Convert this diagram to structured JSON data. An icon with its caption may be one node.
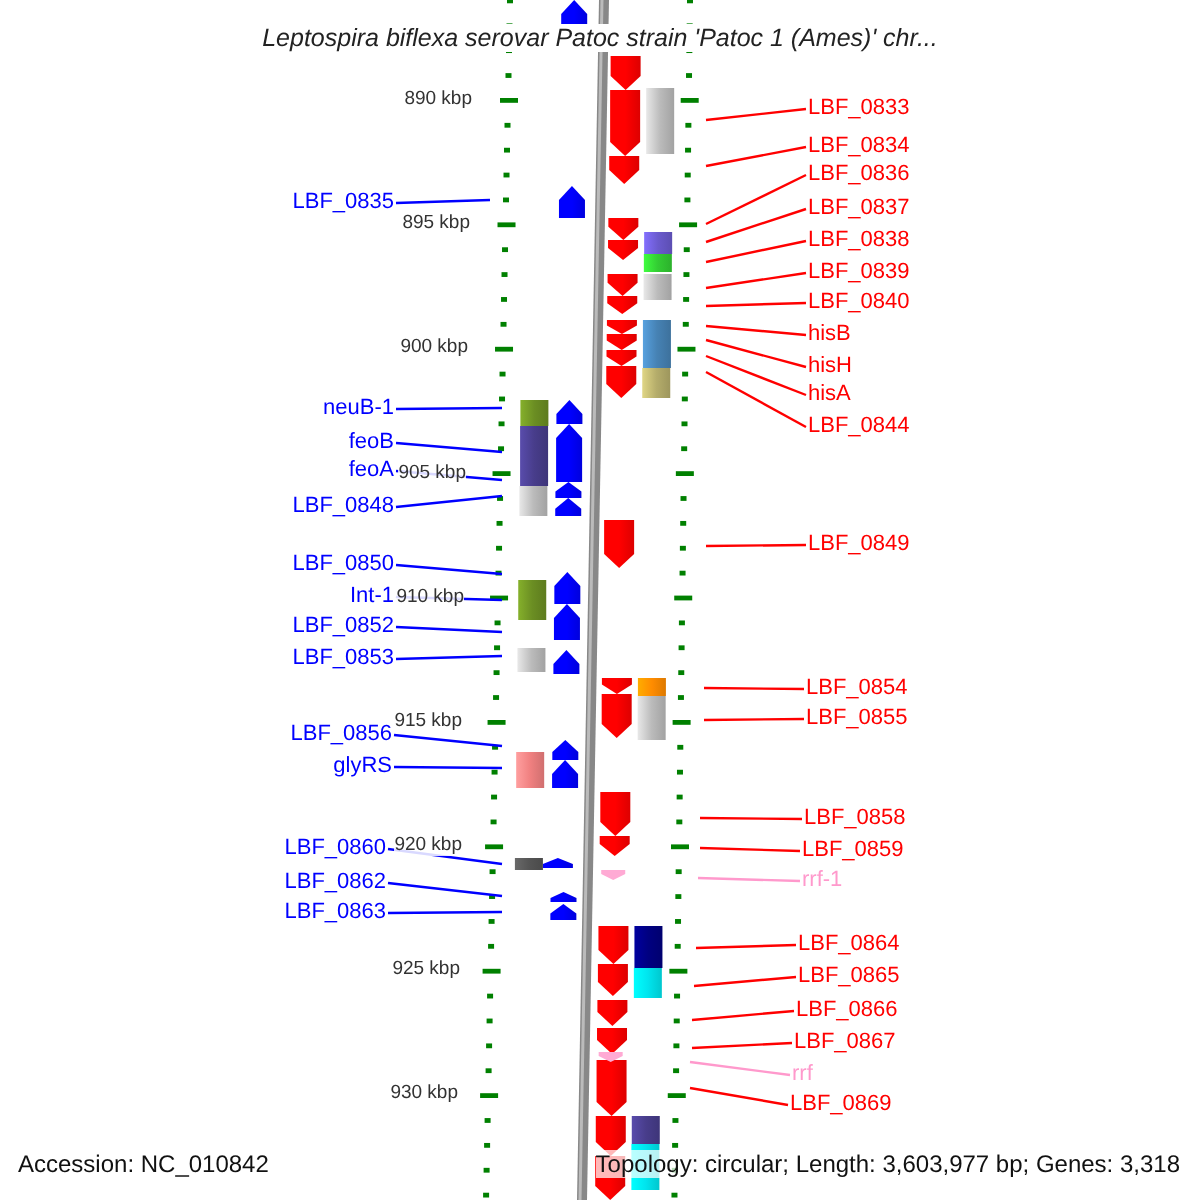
{
  "diagram": {
    "title": "Leptospira biflexa serovar Patoc strain 'Patoc 1 (Ames)' chr...",
    "nodes": [
      {
        "text": [
          "LBF_0833"
        ]
      },
      {
        "text": [
          "LBF_0834"
        ]
      },
      {
        "text": [
          "LBF_0836"
        ]
      },
      {
        "text": [
          "LBF_0835"
        ]
      },
      {
        "text": [
          "LBF_0837"
        ]
      },
      {
        "text": [
          "LBF_0838"
        ]
      },
      {
        "text": [
          "LBF_0839"
        ]
      },
      {
        "text": [
          "LBF_0840"
        ]
      },
      {
        "text": [
          "hisB"
        ]
      },
      {
        "text": [
          "hisH"
        ]
      },
      {
        "text": [
          "hisA"
        ]
      },
      {
        "text": [
          "neuB-1"
        ]
      },
      {
        "text": [
          "LBF_0844"
        ]
      },
      {
        "text": [
          "feoB"
        ]
      },
      {
        "text": [
          "feoA"
        ]
      },
      {
        "text": [
          "LBF_0848"
        ]
      },
      {
        "text": [
          "LBF_0849"
        ]
      },
      {
        "text": [
          "LBF_0850"
        ]
      },
      {
        "text": [
          "Int-1"
        ]
      },
      {
        "text": [
          "LBF_0852"
        ]
      },
      {
        "text": [
          "LBF_0853"
        ]
      },
      {
        "text": [
          "LBF_0854"
        ]
      },
      {
        "text": [
          "LBF_0855"
        ]
      },
      {
        "text": [
          "LBF_0856"
        ]
      },
      {
        "text": [
          "glyRS"
        ]
      },
      {
        "text": [
          "LBF_0858"
        ]
      },
      {
        "text": [
          "LBF_0860"
        ]
      },
      {
        "text": [
          "LBF_0859"
        ]
      },
      {
        "text": [
          "rrf-1"
        ]
      },
      {
        "text": [
          "LBF_0862"
        ]
      },
      {
        "text": [
          "LBF_0863"
        ]
      },
      {
        "text": [
          "LBF_0864"
        ]
      },
      {
        "text": [
          "LBF_0865"
        ]
      },
      {
        "text": [
          "LBF_0866"
        ]
      },
      {
        "text": [
          "LBF_0867"
        ]
      },
      {
        "text": [
          "rrf"
        ]
      },
      {
        "text": [
          "LBF_0869"
        ]
      }
    ],
    "edges": [
      {
        "from": 0,
        "to": null,
        "arrow": "none"
      },
      {
        "from": 1,
        "to": null,
        "arrow": "none"
      },
      {
        "from": 2,
        "to": null,
        "arrow": "none"
      },
      {
        "from": 3,
        "to": null,
        "arrow": "none",
        "color": "#0000ff"
      },
      {
        "from": 4,
        "to": null,
        "arrow": "none"
      },
      {
        "from": 5,
        "to": null,
        "arrow": "none"
      },
      {
        "from": 6,
        "to": null,
        "arrow": "none"
      },
      {
        "from": 7,
        "to": null,
        "arrow": "none"
      },
      {
        "from": 8,
        "to": null,
        "arrow": "none"
      },
      {
        "from": 9,
        "to": null,
        "arrow": "none"
      },
      {
        "from": 10,
        "to": null,
        "arrow": "none"
      },
      {
        "from": 11,
        "to": null,
        "arrow": "none",
        "color": "#0000ff"
      },
      {
        "from": 12,
        "to": null,
        "arrow": "none"
      },
      {
        "from": 13,
        "to": null,
        "arrow": "none",
        "color": "#0000ff"
      },
      {
        "from": 14,
        "to": null,
        "arrow": "none",
        "color": "#0000ff"
      },
      {
        "from": 15,
        "to": null,
        "arrow": "none",
        "color": "#0000ff"
      },
      {
        "from": 16,
        "to": null,
        "arrow": "none"
      },
      {
        "from": 17,
        "to": null,
        "arrow": "none",
        "color": "#0000ff"
      },
      {
        "from": 18,
        "to": null,
        "arrow": "none",
        "color": "#0000ff"
      },
      {
        "from": 19,
        "to": null,
        "arrow": "none",
        "color": "#0000ff"
      },
      {
        "from": 20,
        "to": null,
        "arrow": "none",
        "color": "#0000ff"
      },
      {
        "from": 21,
        "to": null,
        "arrow": "none"
      },
      {
        "from": 22,
        "to": null,
        "arrow": "none"
      },
      {
        "from": 23,
        "to": null,
        "arrow": "none",
        "color": "#0000ff"
      },
      {
        "from": 24,
        "to": null,
        "arrow": "none",
        "color": "#0000ff"
      },
      {
        "from": 25,
        "to": null,
        "arrow": "none"
      },
      {
        "from": 26,
        "to": null,
        "arrow": "none",
        "color": "#0000ff"
      },
      {
        "from": 27,
        "to": null,
        "arrow": "none"
      },
      {
        "from": 28,
        "to": null,
        "arrow": "none",
        "color": "#ff99cc"
      },
      {
        "from": 29,
        "to": null,
        "arrow": "none",
        "color": "#0000ff"
      },
      {
        "from": 30,
        "to": null,
        "arrow": "none",
        "color": "#0000ff"
      },
      {
        "from": 31,
        "to": null,
        "arrow": "none"
      },
      {
        "from": 32,
        "to": null,
        "arrow": "none"
      },
      {
        "from": 33,
        "to": null,
        "arrow": "none"
      },
      {
        "from": 34,
        "to": null,
        "arrow": "none"
      },
      {
        "from": 35,
        "to": null,
        "arrow": "none",
        "color": "#ff99cc"
      },
      {
        "from": 36,
        "to": null,
        "arrow": "none"
      }
    ],
    "labels": [
      "890 kbp",
      "895 kbp",
      "900 kbp",
      "905 kbp",
      "910 kbp",
      "915 kbp",
      "920 kbp",
      "925 kbp",
      "930 kbp",
      "Accession: NC_010842",
      "Topology: circular; Length: 3,603,977 bp; Genes: 3,318"
    ]
  }
}
